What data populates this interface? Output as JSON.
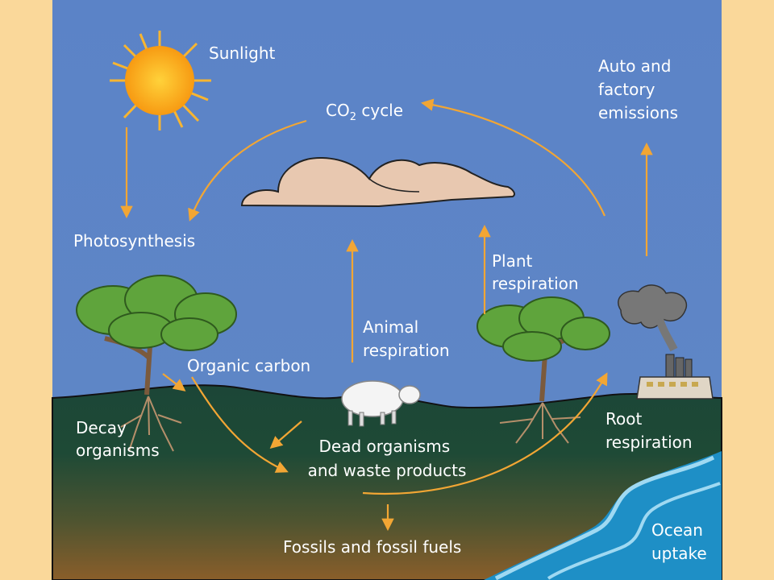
{
  "colors": {
    "frame": "#FAD89A",
    "sky_top": "#5B83C7",
    "sky_bottom": "#5E84C4",
    "ground_top": "#1C4637",
    "ground_bottom": "#7A5A2C",
    "arrow": "#F2A634",
    "ocean": "#1E8FC6",
    "cloud": "#E8C8B0",
    "sun": "#F7A21B",
    "leaf": "#5FA43C",
    "trunk": "#7B5A3C"
  },
  "labels": {
    "sunlight": "Sunlight",
    "co2_prefix": "CO",
    "co2_sub": "2",
    "co2_suffix": " cycle",
    "emissions": [
      "Auto and",
      "factory",
      "emissions"
    ],
    "photosynthesis": "Photosynthesis",
    "plant_respiration": [
      "Plant",
      "respiration"
    ],
    "animal_respiration": [
      "Animal",
      "respiration"
    ],
    "organic_carbon": "Organic carbon",
    "decay_organisms": [
      "Decay",
      "organisms"
    ],
    "root_respiration": [
      "Root",
      "respiration"
    ],
    "dead_organisms": [
      "Dead organisms",
      "and waste products"
    ],
    "fossils": "Fossils and fossil fuels",
    "ocean_uptake": [
      "Ocean",
      "uptake"
    ]
  }
}
